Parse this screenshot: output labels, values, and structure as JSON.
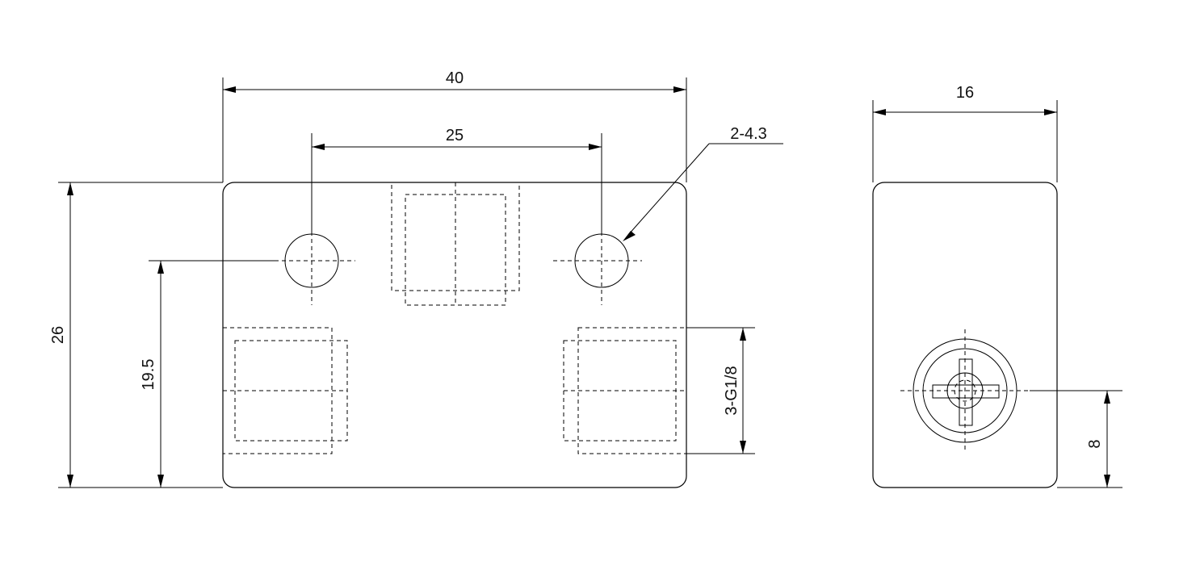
{
  "front_view": {
    "width_overall": "40",
    "hole_spacing": "25",
    "hole_callout": "2-4.3",
    "height_overall": "26",
    "hole_height": "19.5",
    "port_callout": "3-G1/8"
  },
  "side_view": {
    "width": "16",
    "port_height": "8"
  }
}
